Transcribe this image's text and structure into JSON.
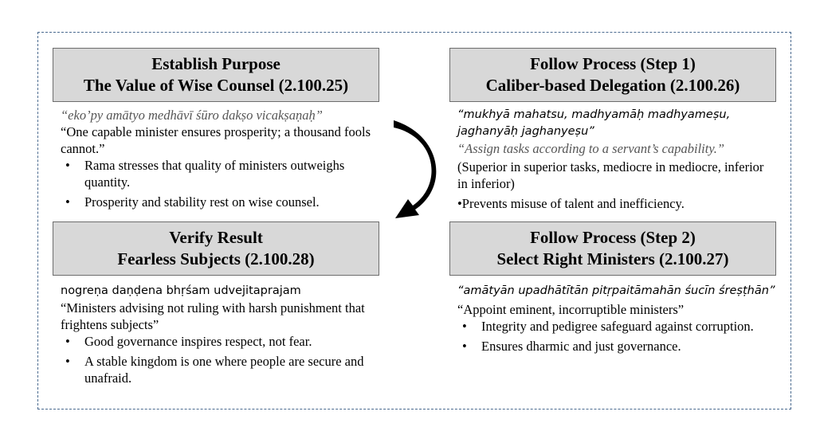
{
  "boxes": {
    "top_left": {
      "title_line1": "Establish Purpose",
      "title_line2": "The Value of Wise Counsel (2.100.25)",
      "sanskrit": "“eko’py amātyo medhāvī śūro dakṣo vicakṣaṇaḥ”",
      "translation": "“One capable minister ensures prosperity; a thousand fools cannot.”",
      "bullets": [
        "Rama stresses that quality of ministers outweighs quantity.",
        "Prosperity and stability rest on wise counsel."
      ]
    },
    "top_right": {
      "title_line1": "Follow Process (Step 1)",
      "title_line2": "Caliber-based Delegation (2.100.26)",
      "sanskrit": "“mukhyā mahatsu, madhyamāḥ madhyameṣu, jaghanyāḥ jaghanyeṣu”",
      "translation": "“Assign tasks according to a servant’s capability.”",
      "note": "(Superior in superior tasks, mediocre in mediocre, inferior in inferior)",
      "point": "•Prevents misuse of talent and inefficiency."
    },
    "bottom_left": {
      "title_line1": "Verify Result",
      "title_line2": "Fearless Subjects (2.100.28)",
      "sanskrit": "nogreṇa daṇḍena bhṛśam udvejitaprajam",
      "translation": "“Ministers advising not ruling with harsh punishment that frightens subjects”",
      "bullets": [
        "Good governance inspires respect, not fear.",
        "A stable kingdom is one where people are secure and unafraid."
      ]
    },
    "bottom_right": {
      "title_line1": "Follow Process (Step 2)",
      "title_line2": "Select Right Ministers (2.100.27)",
      "sanskrit": "“amātyān upadhātītān pitṛpaitāmahān śucīn śreṣṭhān”",
      "translation": "“Appoint eminent, incorruptible ministers”",
      "bullets": [
        "Integrity and pedigree safeguard against corruption.",
        "Ensures dharmic and just governance."
      ]
    }
  },
  "bullet_char": "•",
  "colors": {
    "header_bg": "#d8d8d8",
    "frame_border": "#4a6a8f",
    "arrow": "#000000"
  },
  "icons": {
    "cycle_arrow": "curved-arrow-icon"
  }
}
